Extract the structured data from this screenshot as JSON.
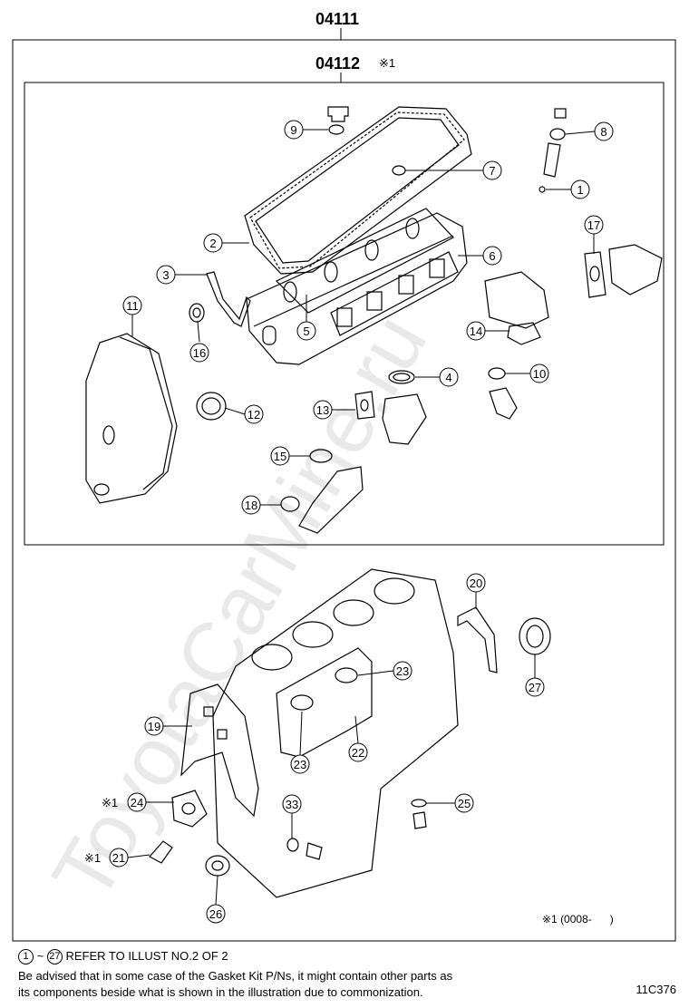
{
  "top_code": "04111",
  "sub_code": "04112",
  "sub_note": "※1",
  "date_note": "※1 (0008-      )",
  "ref_start": "1",
  "ref_tilde": "~",
  "ref_end": "27",
  "ref_text": "REFER TO ILLUST NO.2 OF 2",
  "notice_line1": "Be advised that in some case of the Gasket Kit P/Ns,  it might contain other parts as",
  "notice_line2": "its components beside what is shown in the illustration due to commonization.",
  "illust_code": "11C376",
  "watermark": "ToyotaCarMine.ru",
  "callouts": {
    "c1": "1",
    "c2": "2",
    "c3": "3",
    "c4": "4",
    "c5": "5",
    "c6": "6",
    "c7": "7",
    "c8": "8",
    "c9": "9",
    "c10": "10",
    "c11": "11",
    "c12": "12",
    "c13": "13",
    "c14": "14",
    "c15": "15",
    "c16": "16",
    "c17": "17",
    "c18": "18",
    "c19": "19",
    "c20": "20",
    "c21": "21",
    "c22": "22",
    "c23a": "23",
    "c23b": "23",
    "c24": "24",
    "c25": "25",
    "c26": "26",
    "c27": "27",
    "c33": "33"
  },
  "marks": {
    "m21": "※1",
    "m24": "※1"
  }
}
